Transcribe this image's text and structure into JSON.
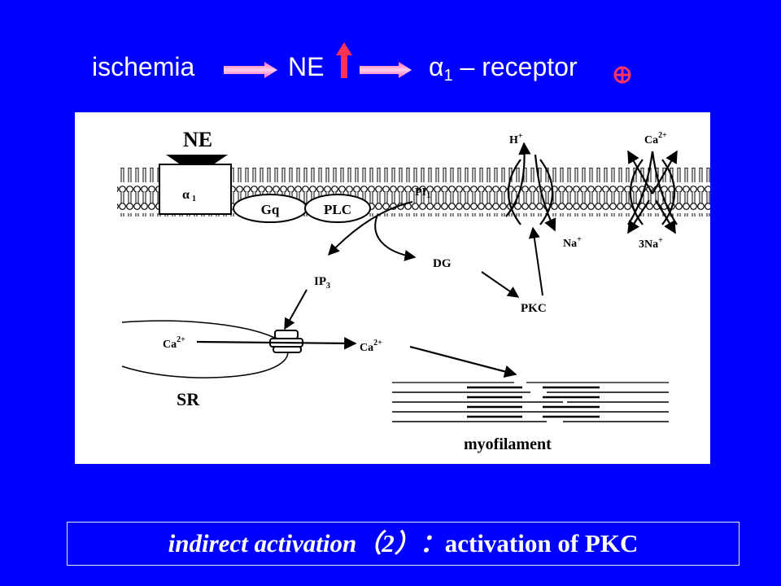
{
  "title": {
    "ischemia": "ischemia",
    "ne": "NE",
    "alpha_symbol": "α",
    "alpha_subscript": "1",
    "receptor_text": "– receptor"
  },
  "diagram": {
    "ne_label": "NE",
    "alpha_label": "α",
    "alpha_subscript": "1",
    "gq_label": "Gq",
    "plc_label": "PLC",
    "pi_label": "PI",
    "pi_subscript": "1",
    "ip3_label": "IP",
    "ip3_subscript": "3",
    "dg_label": "DG",
    "pkc_label": "PKC",
    "h_label": "H",
    "h_charge": "+",
    "na_label": "Na",
    "na_charge": "+",
    "ca_top_label": "Ca",
    "ca_top_charge": "2+",
    "three_na_label": "3Na",
    "three_na_charge": "+",
    "ca_sr_label": "Ca",
    "ca_sr_charge": "2+",
    "ca_cyto_label": "Ca",
    "ca_cyto_charge": "2+",
    "sr_label": "SR",
    "myofilament_label": "myofilament"
  },
  "caption": {
    "italic_part": "indirect activation（2）：",
    "bold_part": "activation of PKC"
  },
  "colors": {
    "background": "#0000ff",
    "title_text": "#ffffff",
    "arrow_pink": "#ff99cc",
    "up_arrow_red": "#ff3355",
    "plus_circle": "#ff3366",
    "panel": "#ffffff",
    "ink": "#000000"
  },
  "icons": {
    "right_arrow": "right-arrow-icon",
    "up_arrow": "up-arrow-icon",
    "plus_circle": "circle-plus-icon"
  }
}
